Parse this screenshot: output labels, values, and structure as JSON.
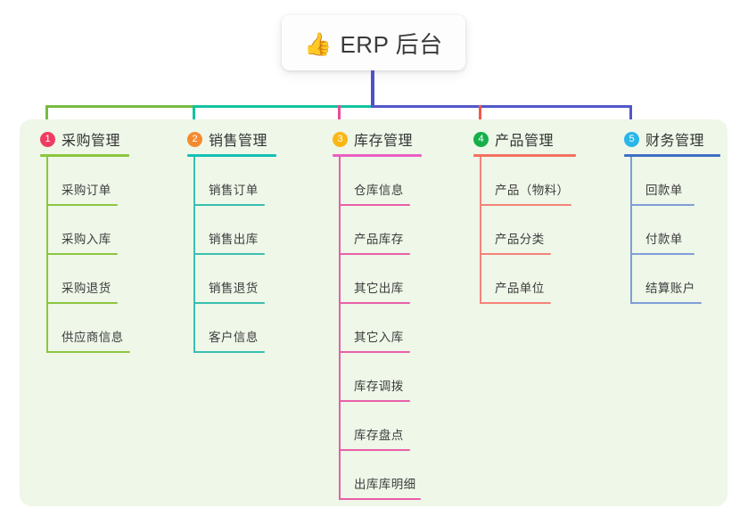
{
  "root": {
    "icon": "thumbs-up-icon",
    "emoji": "👍",
    "title": "ERP 后台"
  },
  "palette": {
    "panel_bg": "#eef7e8",
    "page_bg": "#ffffff",
    "stem": "#4f52c4",
    "bus_left": "#77bb41",
    "bus_mid": "#12c2a0",
    "bus_right": "#5257c7"
  },
  "columns": [
    {
      "number": "1",
      "title": "采购管理",
      "badge_color": "#ee3d63",
      "rule_color": "#8cc63f",
      "line_color": "#8cc63f",
      "drop_color": "#77bb41",
      "rule_width": 100,
      "items": [
        {
          "label": "采购订单",
          "rule_width": 80
        },
        {
          "label": "采购入库",
          "rule_width": 80
        },
        {
          "label": "采购退货",
          "rule_width": 80
        },
        {
          "label": "供应商信息",
          "rule_width": 94
        }
      ]
    },
    {
      "number": "2",
      "title": "销售管理",
      "badge_color": "#f58a30",
      "rule_color": "#13c1b4",
      "line_color": "#39bfb0",
      "drop_color": "#12c2a0",
      "rule_width": 100,
      "items": [
        {
          "label": "销售订单",
          "rule_width": 80
        },
        {
          "label": "销售出库",
          "rule_width": 80
        },
        {
          "label": "销售退货",
          "rule_width": 80
        },
        {
          "label": "客户信息",
          "rule_width": 80
        }
      ]
    },
    {
      "number": "3",
      "title": "库存管理",
      "badge_color": "#fbb616",
      "rule_color": "#e95fc0",
      "line_color": "#e95fa8",
      "drop_color": "#ec4899",
      "rule_width": 100,
      "items": [
        {
          "label": "仓库信息",
          "rule_width": 80
        },
        {
          "label": "产品库存",
          "rule_width": 80
        },
        {
          "label": "其它出库",
          "rule_width": 80
        },
        {
          "label": "其它入库",
          "rule_width": 80
        },
        {
          "label": "库存调拨",
          "rule_width": 80
        },
        {
          "label": "库存盘点",
          "rule_width": 80
        },
        {
          "label": "出库库明细",
          "rule_width": 92
        }
      ]
    },
    {
      "number": "4",
      "title": "产品管理",
      "badge_color": "#16b04a",
      "rule_color": "#f4705f",
      "line_color": "#f4837a",
      "drop_color": "#f4564e",
      "rule_width": 115,
      "items": [
        {
          "label": "产品（物料）",
          "rule_width": 103
        },
        {
          "label": "产品分类",
          "rule_width": 80
        },
        {
          "label": "产品单位",
          "rule_width": 80
        }
      ]
    },
    {
      "number": "5",
      "title": "财务管理",
      "badge_color": "#29b6e8",
      "rule_color": "#3f6fc4",
      "line_color": "#7f9ed6",
      "drop_color": "#5257c7",
      "rule_width": 108,
      "items": [
        {
          "label": "回款单",
          "rule_width": 72
        },
        {
          "label": "付款单",
          "rule_width": 72
        },
        {
          "label": "结算账户",
          "rule_width": 80
        }
      ]
    }
  ]
}
